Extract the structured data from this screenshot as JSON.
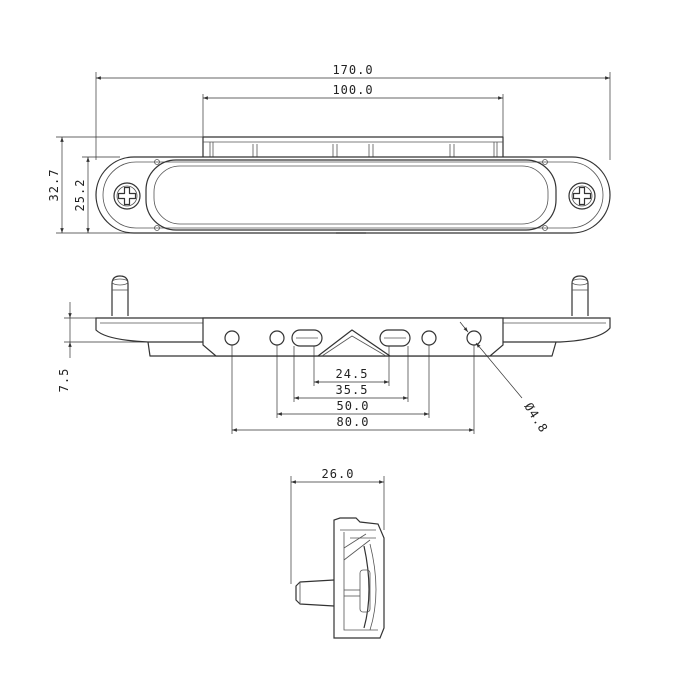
{
  "dimensions": {
    "top_view": {
      "overall_length": "170.0",
      "inner_length": "100.0",
      "height_total": "32.7",
      "height_body": "25.2"
    },
    "front_view": {
      "slot_inner": "24.5",
      "slot_outer": "35.5",
      "hole_inner": "50.0",
      "hole_outer": "80.0",
      "offset_height": "7.5",
      "hole_diameter": "Ø4.8"
    },
    "side_view": {
      "depth": "26.0"
    }
  },
  "icons": {
    "screw_left": "phillips-screw-icon",
    "screw_right": "phillips-screw-icon"
  },
  "colors": {
    "line": "#333333",
    "background": "#ffffff"
  }
}
